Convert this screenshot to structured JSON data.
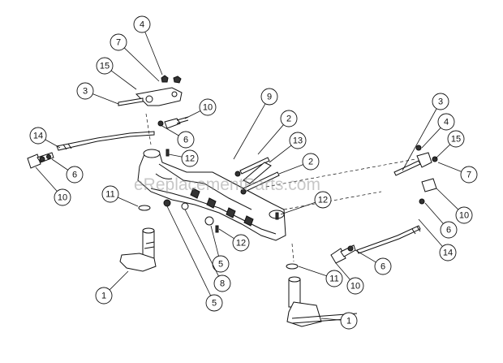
{
  "watermark": "eReplacementParts.com",
  "callouts": [
    {
      "label": "4"
    },
    {
      "label": "7"
    },
    {
      "label": "15"
    },
    {
      "label": "3"
    },
    {
      "label": "10"
    },
    {
      "label": "9"
    },
    {
      "label": "6"
    },
    {
      "label": "2"
    },
    {
      "label": "12"
    },
    {
      "label": "13"
    },
    {
      "label": "14"
    },
    {
      "label": "6"
    },
    {
      "label": "10"
    },
    {
      "label": "2"
    },
    {
      "label": "11"
    },
    {
      "label": "12"
    },
    {
      "label": "12"
    },
    {
      "label": "5"
    },
    {
      "label": "8"
    },
    {
      "label": "1"
    },
    {
      "label": "5"
    },
    {
      "label": "11"
    },
    {
      "label": "1"
    },
    {
      "label": "3"
    },
    {
      "label": "4"
    },
    {
      "label": "15"
    },
    {
      "label": "7"
    },
    {
      "label": "10"
    },
    {
      "label": "6"
    },
    {
      "label": "14"
    },
    {
      "label": "6"
    },
    {
      "label": "10"
    }
  ]
}
